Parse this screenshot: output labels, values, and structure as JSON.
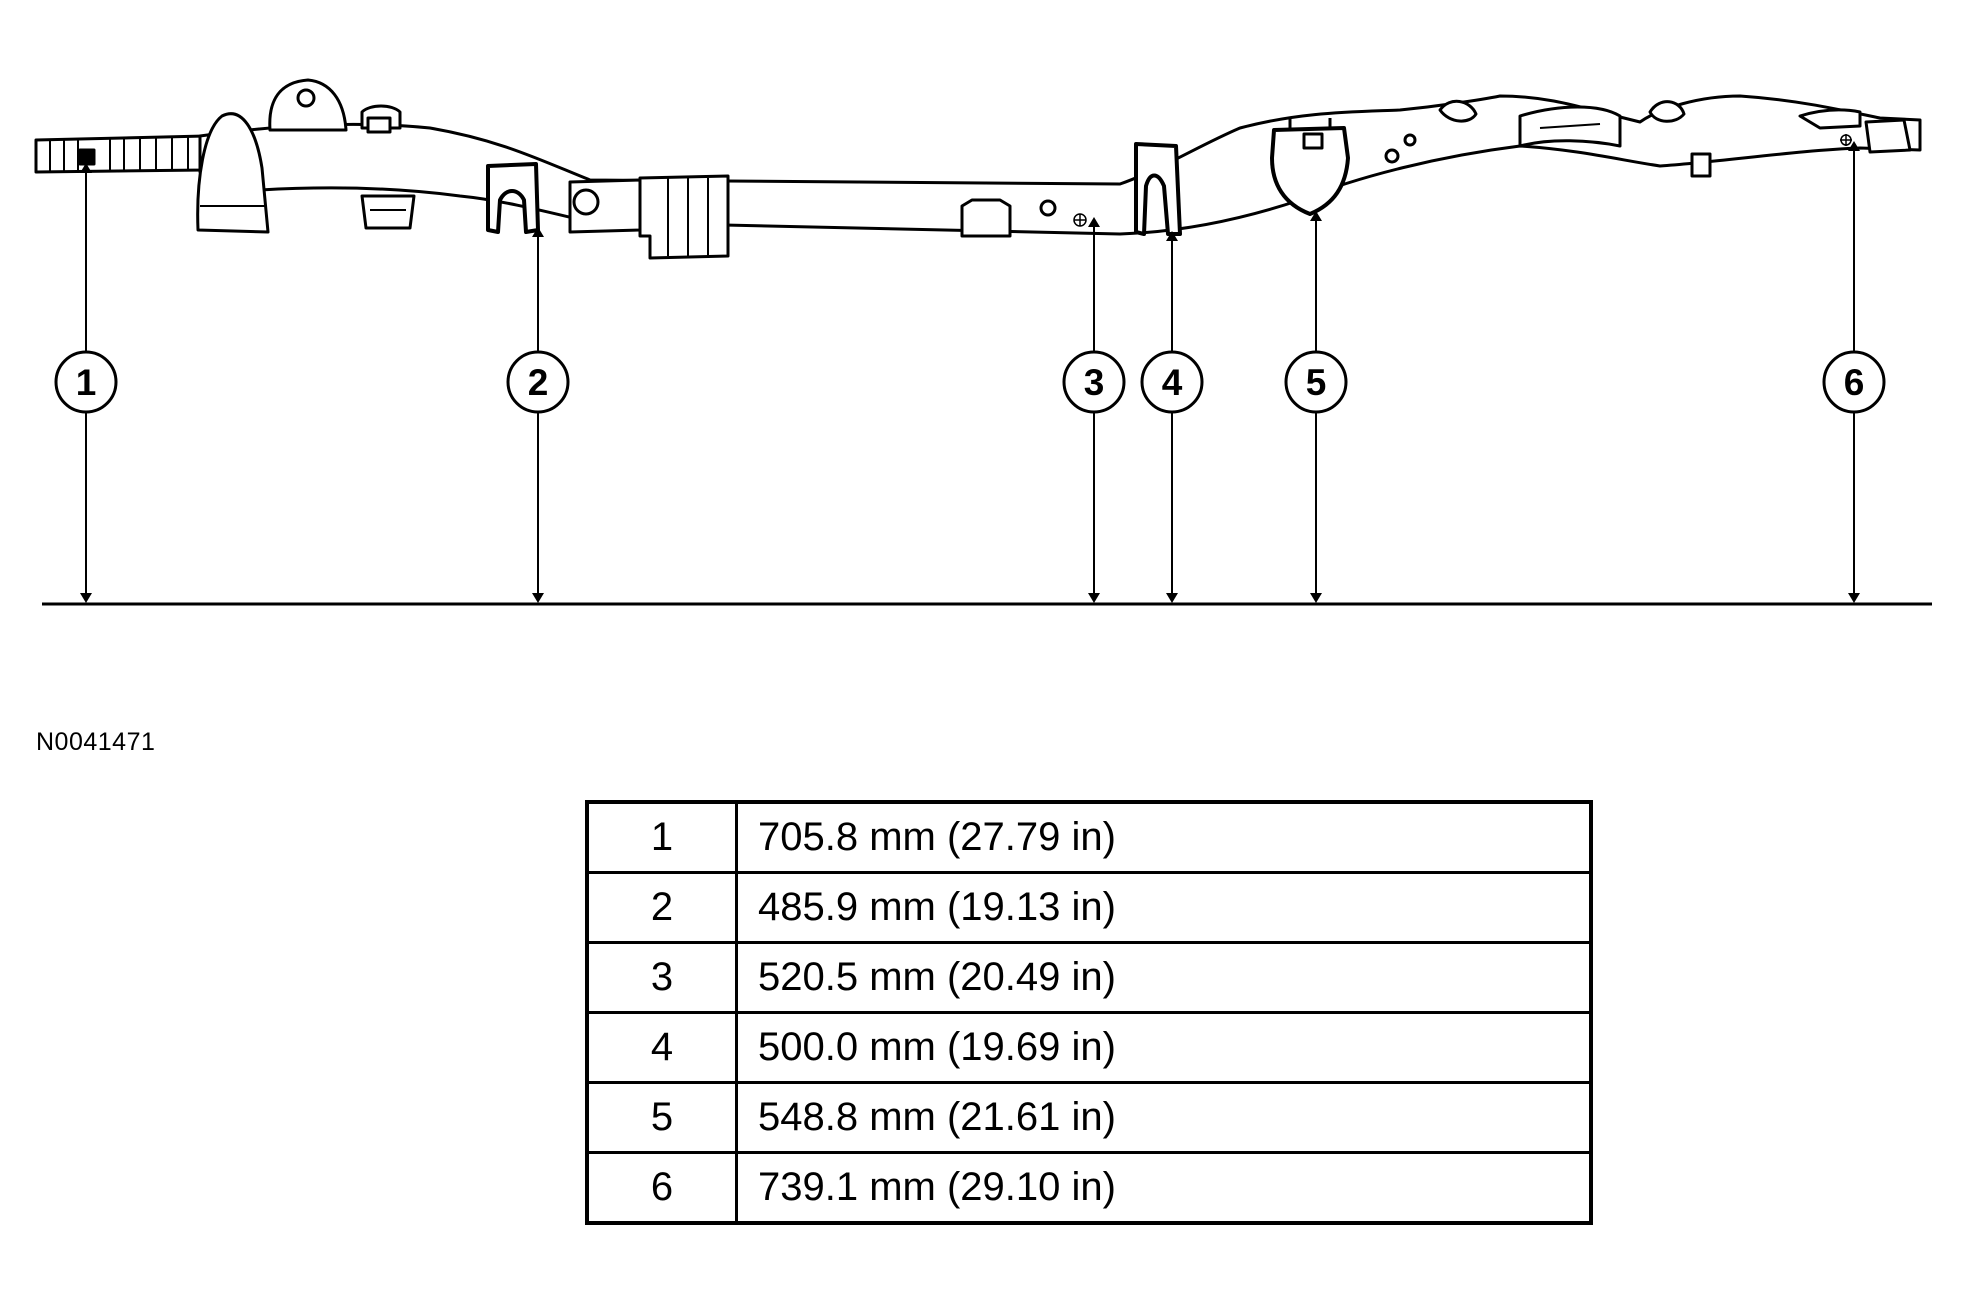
{
  "figure_id": "N0041471",
  "callouts": [
    {
      "label": "1"
    },
    {
      "label": "2"
    },
    {
      "label": "3"
    },
    {
      "label": "4"
    },
    {
      "label": "5"
    },
    {
      "label": "6"
    }
  ],
  "spec_table": {
    "rows": [
      {
        "num": "1",
        "value": "705.8 mm (27.79 in)"
      },
      {
        "num": "2",
        "value": "485.9 mm (19.13 in)"
      },
      {
        "num": "3",
        "value": "520.5 mm (20.49 in)"
      },
      {
        "num": "4",
        "value": "500.0 mm (19.69 in)"
      },
      {
        "num": "5",
        "value": "548.8 mm (21.61 in)"
      },
      {
        "num": "6",
        "value": "739.1 mm (29.10 in)"
      }
    ]
  }
}
